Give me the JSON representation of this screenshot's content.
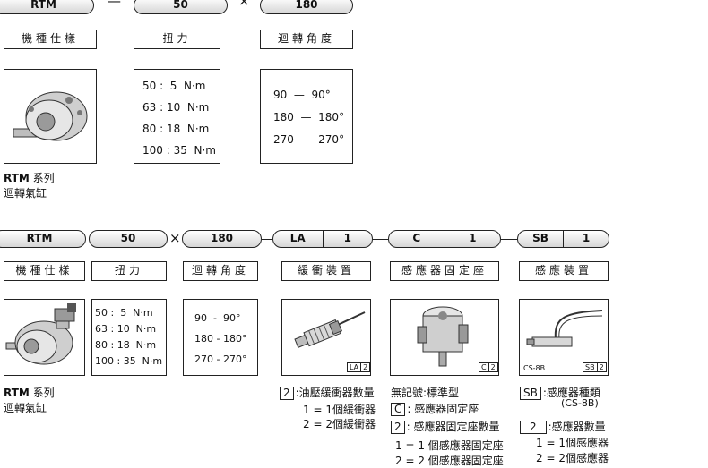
{
  "example1": {
    "codes": {
      "series": "RTM",
      "torque": "50",
      "angle": "180"
    },
    "separators": {
      "dash": "—",
      "times": "×"
    },
    "labels": {
      "spec": "機種仕樣",
      "torque": "扭力",
      "angle": "迴轉角度"
    },
    "torque_rows": [
      "50 :  5  N·m",
      "63 : 10  N·m",
      "80 : 18  N·m",
      "100 : 35  N·m"
    ],
    "angle_rows": [
      "90  —  90°",
      "180  —  180°",
      "270  —  270°"
    ],
    "caption_bold": "RTM",
    "caption_series": " 系列",
    "caption_line2": "迴轉氣缸"
  },
  "example2": {
    "codes": {
      "series": "RTM",
      "torque": "50",
      "angle": "180",
      "buffer_a": "LA",
      "buffer_b": "1",
      "mount_a": "C",
      "mount_b": "1",
      "sensor_a": "SB",
      "sensor_b": "1"
    },
    "separators": {
      "dash": "—",
      "times": "×"
    },
    "labels": {
      "spec": "機種仕樣",
      "torque": "扭力",
      "angle": "迴轉角度",
      "buffer": "緩衝裝置",
      "mount": "感應器固定座",
      "sensor": "感應裝置"
    },
    "torque_rows": [
      "50 :  5  N·m",
      "63 : 10  N·m",
      "80 : 18  N·m",
      "100 : 35  N·m"
    ],
    "angle_rows": [
      "90  -  90°",
      "180 - 180°",
      "270 - 270°"
    ],
    "image_tags": {
      "buffer": [
        "LA",
        "2"
      ],
      "mount": [
        "C",
        "2"
      ],
      "sensor_model": "CS-8B",
      "sensor": [
        "SB",
        "2"
      ]
    },
    "caption_bold": "RTM",
    "caption_series": " 系列",
    "caption_line2": "迴轉氣缸",
    "buffer_notes": {
      "box": "2",
      "title": ":油壓緩衝器數量",
      "line1": "1 = 1個緩衝器",
      "line2": "2 = 2個緩衝器"
    },
    "mount_notes": {
      "line0": "無記號:標準型",
      "box_c": "C",
      "c_desc": ": 感應器固定座",
      "box_2": "2",
      "qty_desc": ": 感應器固定座數量",
      "line1": "1 = 1 個感應器固定座",
      "line2": "2 = 2 個感應器固定座"
    },
    "sensor_notes": {
      "box_sb": "SB",
      "sb_desc": ":感應器種類",
      "sb_model": "(CS-8B)",
      "box_2": "2",
      "qty_desc": ":感應器數量",
      "line1": "1 = 1個感應器",
      "line2": "2 = 2個感應器"
    }
  }
}
